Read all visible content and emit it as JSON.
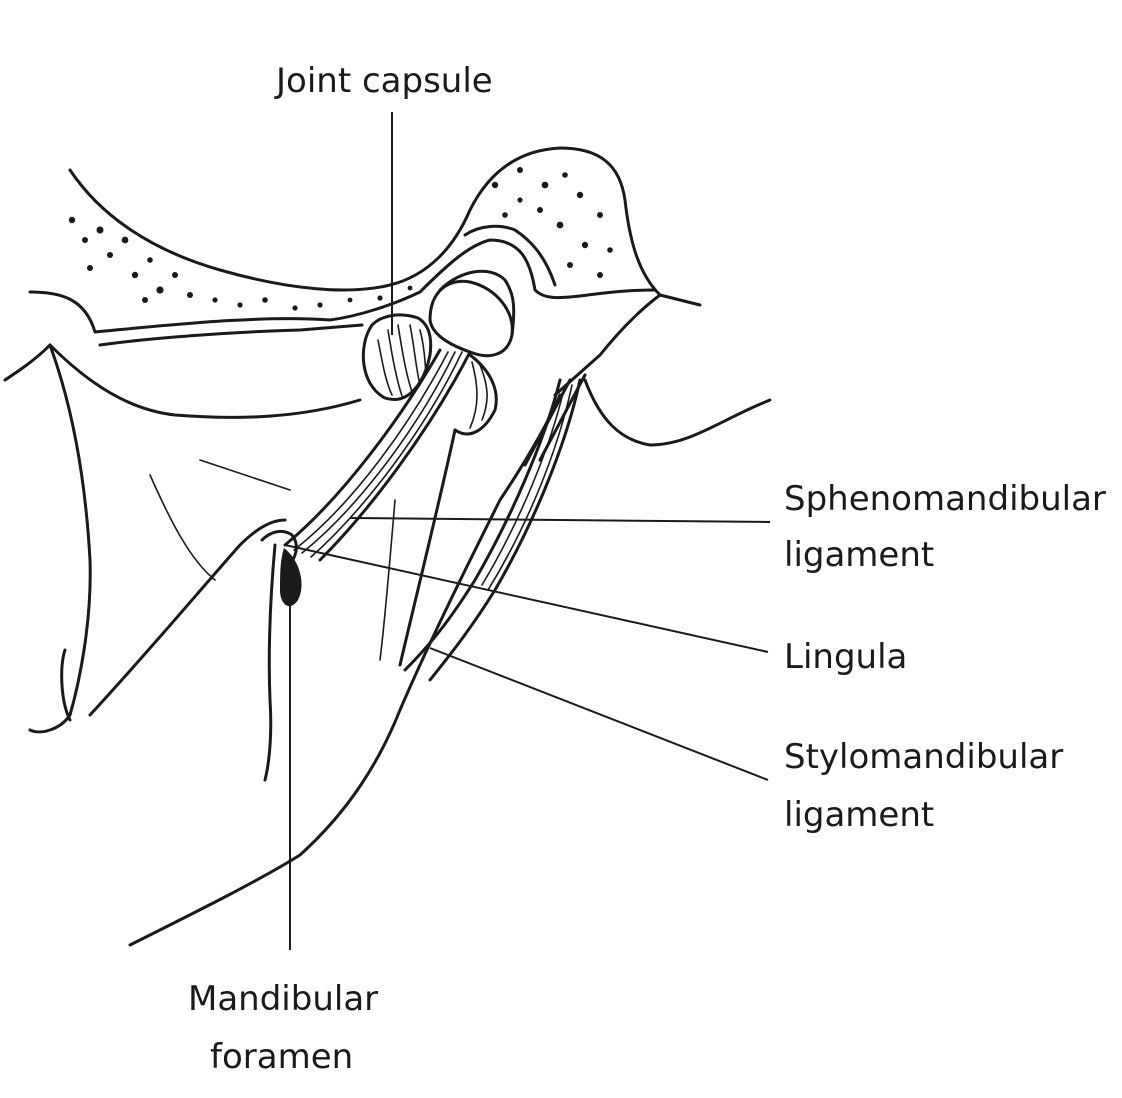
{
  "labels": {
    "joint_capsule": "Joint capsule",
    "sphenomandibular_line1": "Sphenomandibular",
    "sphenomandibular_line2": "ligament",
    "lingula": "Lingula",
    "stylomandibular_line1": "Stylomandibular",
    "stylomandibular_line2": "ligament",
    "mandibular_foramen_line1": "Mandibular",
    "mandibular_foramen_line2": "foramen"
  },
  "colors": {
    "ink": "#1a1a1a",
    "background": "#ffffff"
  }
}
